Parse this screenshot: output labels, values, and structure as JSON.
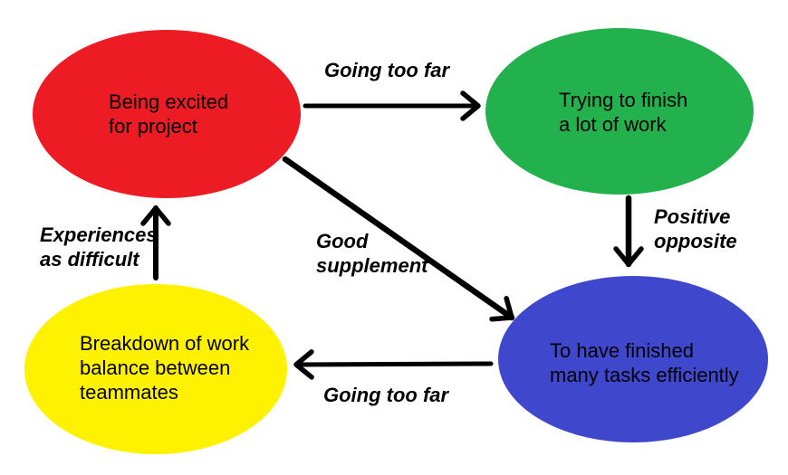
{
  "diagram": {
    "background_color": "#ffffff",
    "arrow_color": "#000000",
    "text_color": "#000000",
    "nodes": [
      {
        "id": "excited",
        "label_lines": [
          "Being excited",
          "for project"
        ],
        "color": "#ed1c24"
      },
      {
        "id": "finish-work",
        "label_lines": [
          "Trying to finish",
          "a lot of work"
        ],
        "color": "#22b14c"
      },
      {
        "id": "finished-tasks",
        "label_lines": [
          "To have finished",
          "many tasks efficiently"
        ],
        "color": "#3f48cc"
      },
      {
        "id": "breakdown",
        "label_lines": [
          "Breakdown of work",
          "balance between",
          "teammates"
        ],
        "color": "#fff200"
      }
    ],
    "edges": [
      {
        "from": "excited",
        "to": "finish-work",
        "label": "Going too far",
        "label_lines": [
          "Going too far"
        ]
      },
      {
        "from": "finish-work",
        "to": "finished-tasks",
        "label": "Positive opposite",
        "label_lines": [
          "Positive",
          "opposite"
        ]
      },
      {
        "from": "excited",
        "to": "finished-tasks",
        "label": "Good supplement",
        "label_lines": [
          "Good",
          "supplement"
        ]
      },
      {
        "from": "finished-tasks",
        "to": "breakdown",
        "label": "Going too far",
        "label_lines": [
          "Going too far"
        ]
      },
      {
        "from": "breakdown",
        "to": "excited",
        "label": "Experiences as difficult",
        "label_lines": [
          "Experiences",
          "as difficult"
        ]
      }
    ]
  }
}
